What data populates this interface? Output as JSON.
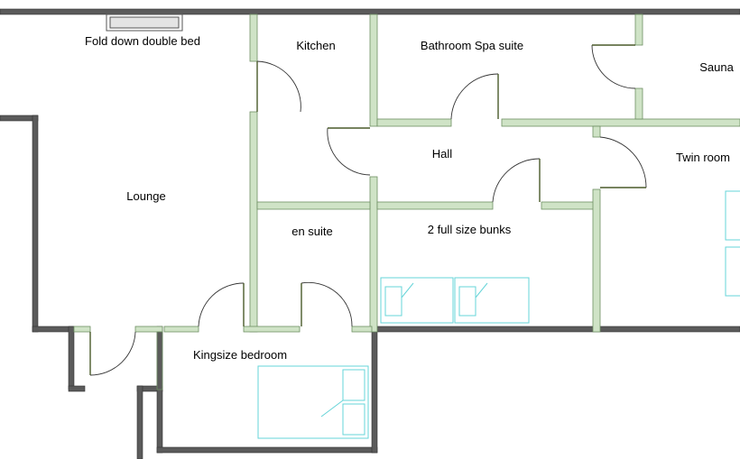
{
  "rooms": {
    "fold_down_bed": "Fold down double bed",
    "kitchen": "Kitchen",
    "bathroom": "Bathroom Spa suite",
    "sauna": "Sauna",
    "hall": "Hall",
    "twin_room": "Twin room",
    "lounge": "Lounge",
    "en_suite": "en suite",
    "bunks": "2 full size bunks",
    "kingsize": "Kingsize bedroom"
  },
  "colors": {
    "exterior_wall": "#5b5b5b",
    "interior_wall": "#cfe3c6",
    "furniture": "#66d4d8"
  },
  "icons": [
    "door-swing-icon",
    "bed-icon",
    "bunk-bed-icon",
    "window-icon"
  ]
}
